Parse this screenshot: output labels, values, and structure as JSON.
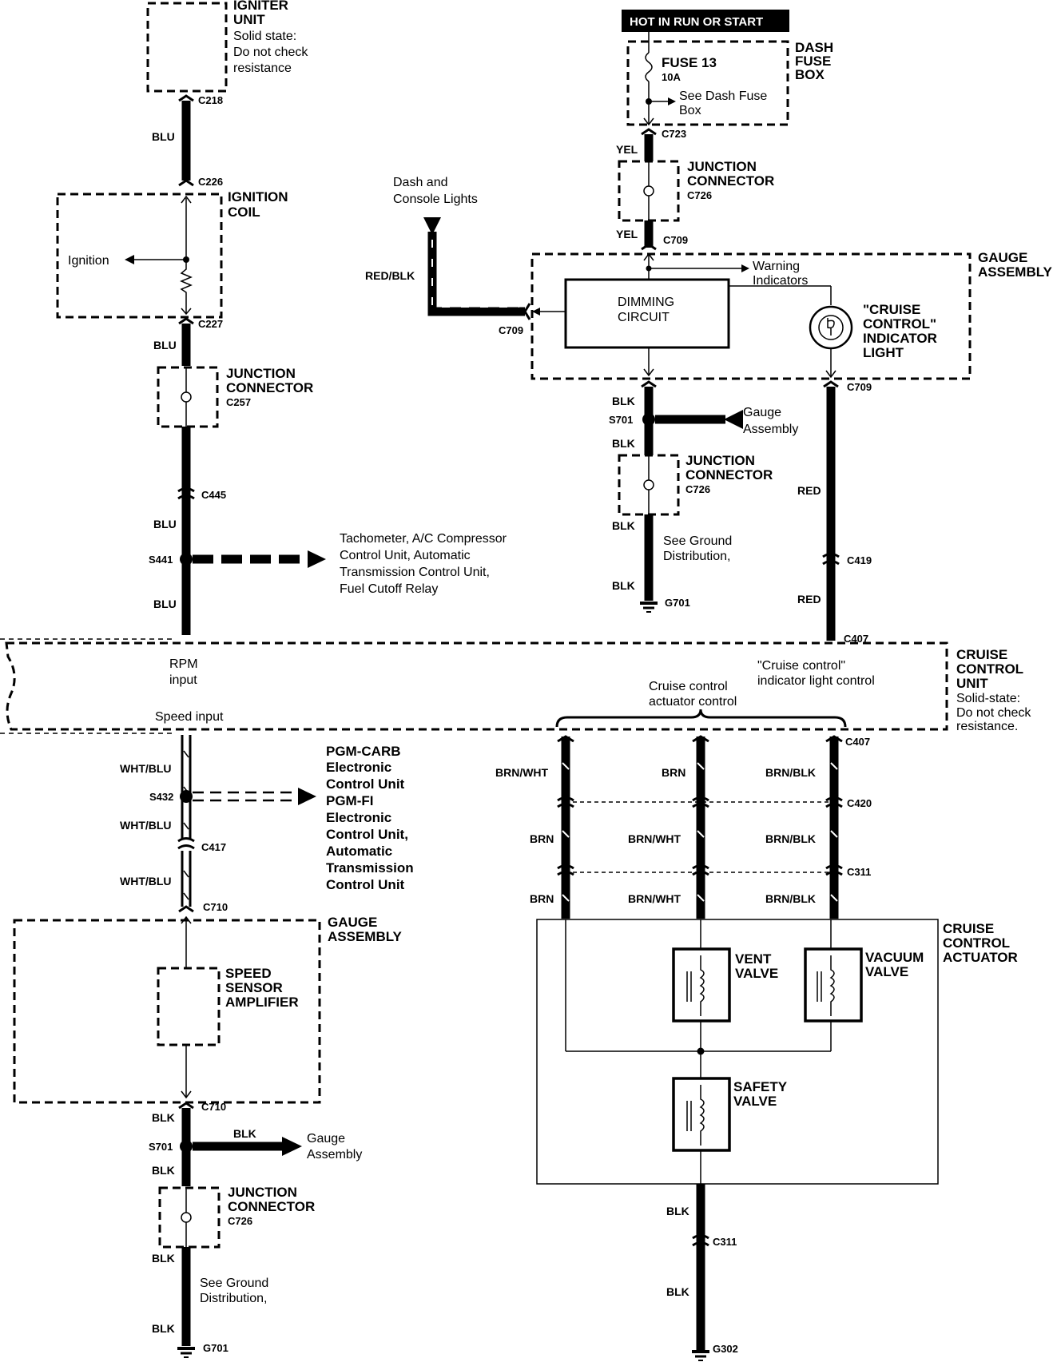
{
  "hot_label": "HOT IN RUN OR START",
  "dash_fuse_box": [
    "DASH",
    "FUSE",
    "BOX"
  ],
  "fuse": {
    "name": "FUSE 13",
    "rating": "10A",
    "note": [
      "See Dash Fuse",
      "Box"
    ]
  },
  "igniter": [
    "IGNITER",
    "UNIT",
    "Solid state:",
    "Do not check",
    "resistance"
  ],
  "ignition_coil": [
    "IGNITION",
    "COIL"
  ],
  "ignition_label": "Ignition",
  "junction_connector": [
    "JUNCTION",
    "CONNECTOR"
  ],
  "dash_console_lights": [
    "Dash and",
    "Console Lights"
  ],
  "dimming_circuit": [
    "DIMMING",
    "CIRCUIT"
  ],
  "warning_indicators": [
    "Warning",
    "Indicators"
  ],
  "cruise_indicator": [
    "\"CRUISE",
    "CONTROL\"",
    "INDICATOR",
    "LIGHT"
  ],
  "gauge_assembly": [
    "GAUGE",
    "ASSEMBLY"
  ],
  "gauge_assembly_small": [
    "Gauge",
    "Assembly"
  ],
  "see_ground": [
    "See Ground",
    "Distribution,"
  ],
  "tach_text": [
    "Tachometer, A/C Compressor",
    "Control Unit, Automatic",
    "Transmission Control Unit,",
    "Fuel Cutoff Relay"
  ],
  "cruise_unit": [
    "CRUISE",
    "CONTROL",
    "UNIT",
    "Solid-state:",
    "Do not check",
    "resistance."
  ],
  "rpm_input": [
    "RPM",
    "input"
  ],
  "speed_input": "Speed input",
  "cruise_actuator_control": [
    "Cruise control",
    "actuator control"
  ],
  "cruise_indicator_control": [
    "\"Cruise control\"",
    "indicator light control"
  ],
  "pgm_text": [
    "PGM-CARB",
    "Electronic",
    "Control Unit",
    "PGM-FI",
    "Electronic",
    "Control Unit,",
    "Automatic",
    "Transmission",
    "Control Unit"
  ],
  "speed_sensor": [
    "SPEED",
    "SENSOR",
    "AMPLIFIER"
  ],
  "cruise_actuator": [
    "CRUISE",
    "CONTROL",
    "ACTUATOR"
  ],
  "vent_valve": [
    "VENT",
    "VALVE"
  ],
  "vacuum_valve": [
    "VACUUM",
    "VALVE"
  ],
  "safety_valve": [
    "SAFETY",
    "VALVE"
  ],
  "connectors": {
    "c218": "C218",
    "c226": "C226",
    "c227": "C227",
    "c257": "C257",
    "c445": "C445",
    "s441": "S441",
    "c723": "C723",
    "c726": "C726",
    "c709": "C709",
    "s701": "S701",
    "g701": "G701",
    "c419": "C419",
    "c407": "C407",
    "c420": "C420",
    "c311": "C311",
    "s432": "S432",
    "c417": "C417",
    "c710": "C710",
    "g302": "G302"
  },
  "wires": {
    "blu": "BLU",
    "yel": "YEL",
    "red_blk": "RED/BLK",
    "blk": "BLK",
    "red": "RED",
    "wht_blu": "WHT/BLU",
    "brn_wht": "BRN/WHT",
    "brn": "BRN",
    "brn_blk": "BRN/BLK"
  }
}
